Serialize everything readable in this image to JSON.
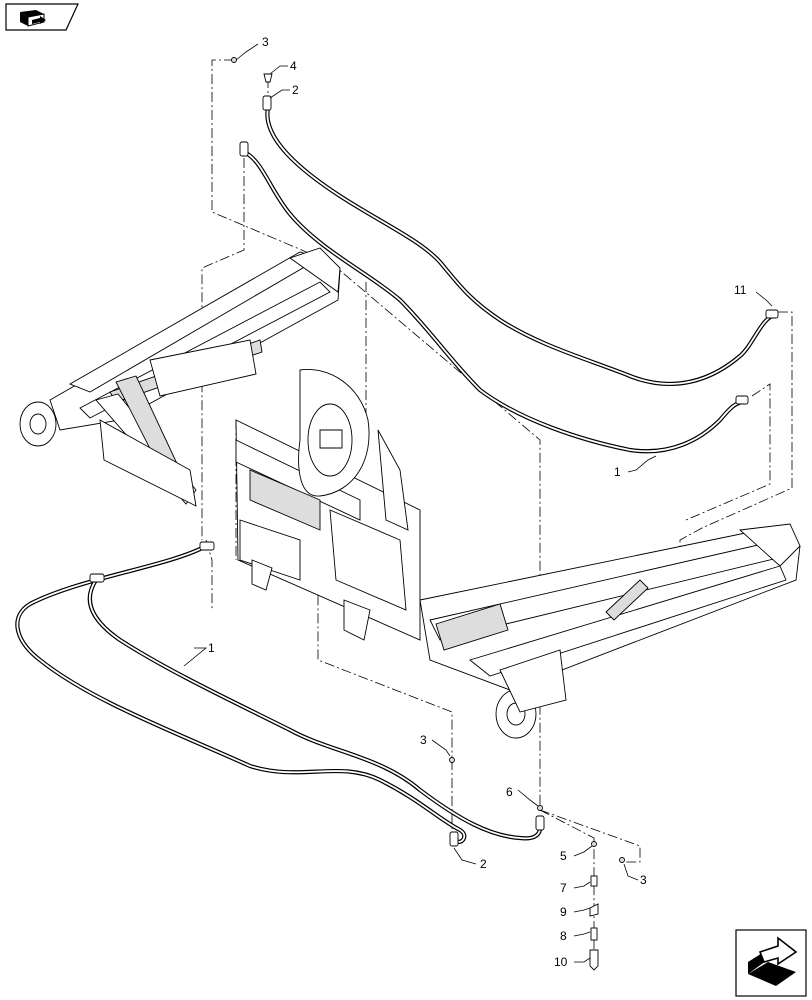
{
  "nav": {
    "back_icon": "book-arrow-icon",
    "next_icon": "page-forward-icon"
  },
  "callouts": [
    "1",
    "1",
    "2",
    "2",
    "3",
    "3",
    "3",
    "4",
    "5",
    "6",
    "7",
    "8",
    "9",
    "10",
    "11"
  ],
  "labels": {
    "c1_upper": "1",
    "c1_lower": "1",
    "c2_top": "2",
    "c2_bottom": "2",
    "c3_top": "3",
    "c3_mid": "3",
    "c3_bottom": "3",
    "c4": "4",
    "c5": "5",
    "c6": "6",
    "c7": "7",
    "c8": "8",
    "c9": "9",
    "c10": "10",
    "c11": "11"
  }
}
